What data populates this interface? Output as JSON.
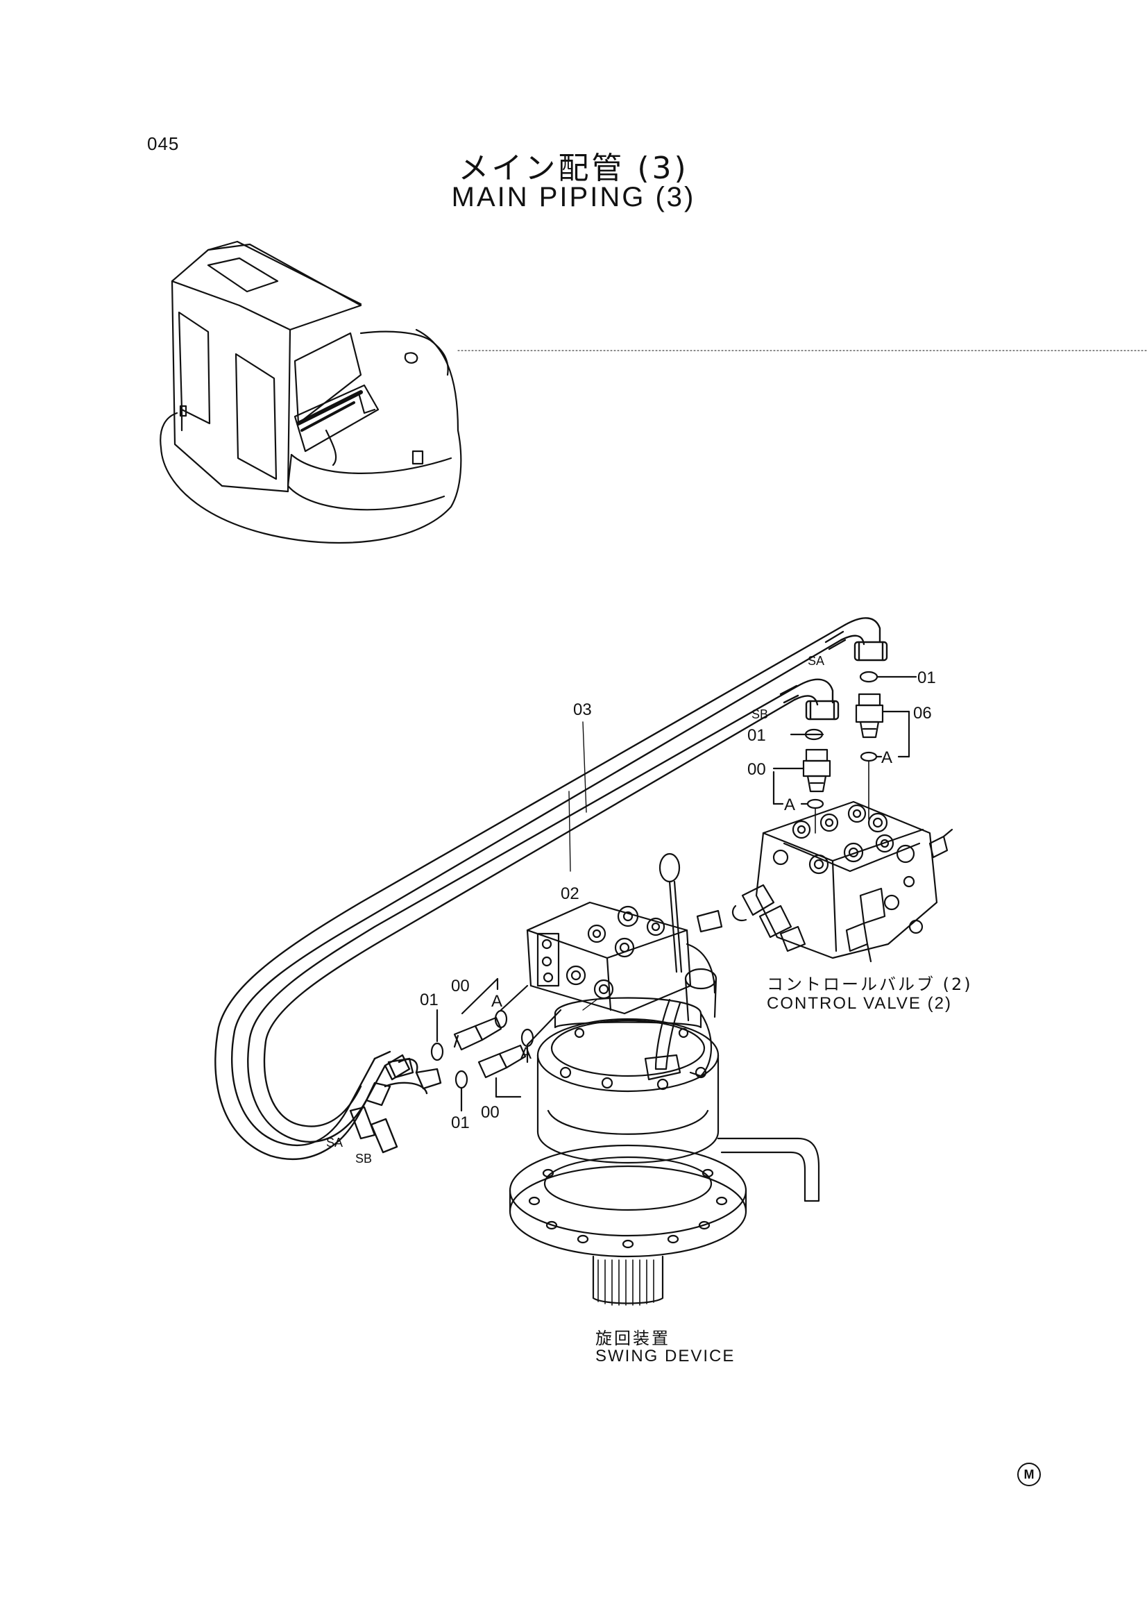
{
  "page": {
    "number": "045",
    "title_jp": "メイン配管 (3)",
    "title_en": "MAIN PIPING (3)"
  },
  "components": {
    "control_valve": {
      "jp": "コントロールバルブ (2)",
      "en": "CONTROL VALVE (2)"
    },
    "swing_device": {
      "jp": "旋回装置",
      "en": "SWING DEVICE"
    }
  },
  "callouts": {
    "pipe_03": "03",
    "pipe_02": "02",
    "port_sa": "SA",
    "port_sb": "SB",
    "oring_01": "01",
    "fitting_00": "00",
    "fitting_06": "06",
    "ref_a": "A"
  },
  "mark": "M"
}
